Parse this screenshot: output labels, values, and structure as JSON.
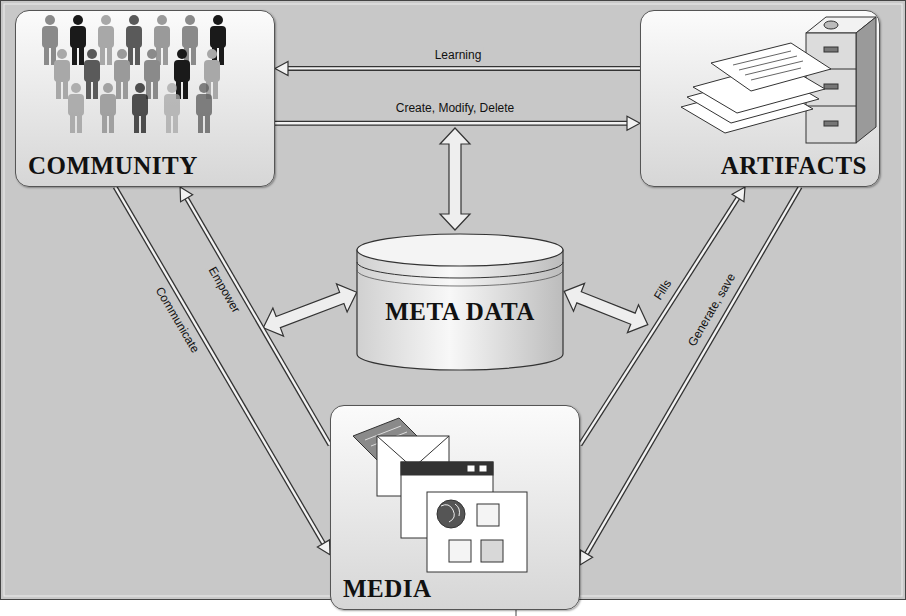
{
  "diagram": {
    "nodes": [
      {
        "text": [
          "COMMUNITY"
        ]
      },
      {
        "text": [
          "ARTIFACTS"
        ]
      },
      {
        "text": [
          "META DATA"
        ]
      },
      {
        "text": [
          "MEDIA"
        ]
      }
    ],
    "edges": [
      {
        "from": 1,
        "to": 0,
        "label": "Learning",
        "arrow": "to"
      },
      {
        "from": 0,
        "to": 1,
        "label": "Create, Modify, Delete",
        "arrow": "to"
      },
      {
        "from": 0,
        "to": 3,
        "label": "Communicate",
        "arrow": "to"
      },
      {
        "from": 3,
        "to": 0,
        "label": "Empower",
        "arrow": "to"
      },
      {
        "from": 3,
        "to": 1,
        "label": "Fills",
        "arrow": "to"
      },
      {
        "from": 1,
        "to": 3,
        "label": "Generate, save",
        "arrow": "to"
      }
    ]
  }
}
